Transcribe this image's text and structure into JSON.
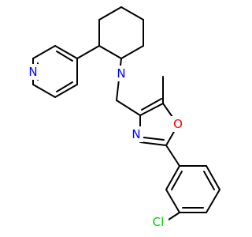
{
  "molecule": {
    "atoms": [
      {
        "id": "pyridine-nitrogen",
        "symbol": "N",
        "color": "#0000ff"
      },
      {
        "id": "piperidine-nitrogen",
        "symbol": "N",
        "color": "#0000ff"
      },
      {
        "id": "oxazole-nitrogen",
        "symbol": "N",
        "color": "#0000ff"
      },
      {
        "id": "oxazole-oxygen",
        "symbol": "O",
        "color": "#ff0000"
      },
      {
        "id": "chlorine",
        "symbol": "Cl",
        "color": "#00cc00"
      }
    ]
  }
}
